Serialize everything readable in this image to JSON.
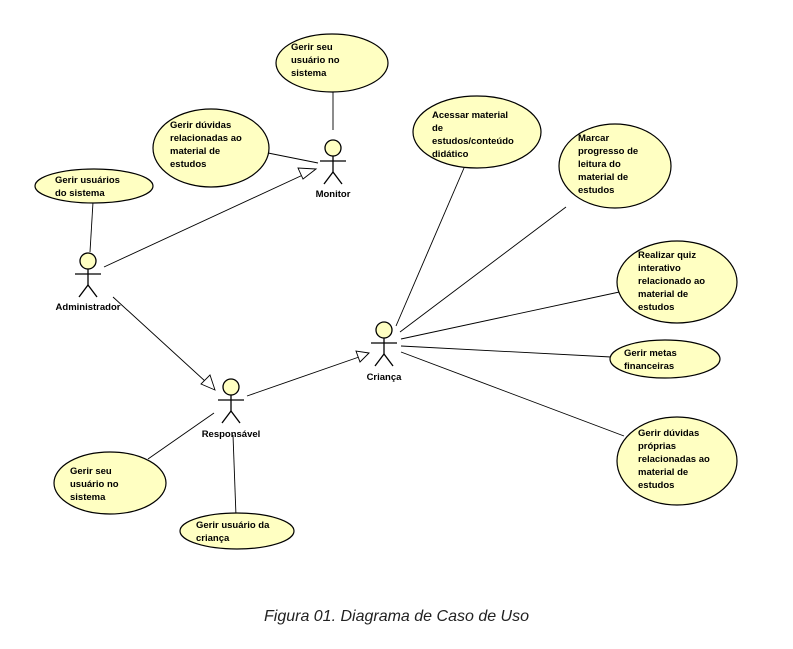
{
  "actors": {
    "monitor": "Monitor",
    "administrador": "Administrador",
    "responsavel": "Responsável",
    "crianca": "Criança"
  },
  "use_cases": {
    "monitor_gerir_usuario": [
      "Gerir seu",
      "usuário no",
      "sistema"
    ],
    "monitor_gerir_duvidas": [
      "Gerir dúvidas",
      "relacionadas ao",
      "material de",
      "estudos"
    ],
    "admin_gerir_usuarios": [
      "Gerir usuários",
      "do sistema"
    ],
    "resp_gerir_usuario": [
      "Gerir seu",
      "usuário no",
      "sistema"
    ],
    "resp_gerir_usuario_crianca": [
      "Gerir usuário da",
      "criança"
    ],
    "crianca_acessar_material": [
      "Acessar material",
      "de",
      "estudos/conteúdo",
      "didático"
    ],
    "crianca_marcar_progresso": [
      "Marcar",
      "progresso de",
      "leitura do",
      "material de",
      "estudos"
    ],
    "crianca_realizar_quiz": [
      "Realizar quiz",
      "interativo",
      "relacionado ao",
      "material de",
      "estudos"
    ],
    "crianca_gerir_metas": [
      "Gerir metas",
      "financeiras"
    ],
    "crianca_gerir_duvidas": [
      "Gerir dúvidas",
      "próprias",
      "relacionadas ao",
      "material de",
      "estudos"
    ]
  },
  "caption": "Figura 01. Diagrama de Caso de Uso"
}
